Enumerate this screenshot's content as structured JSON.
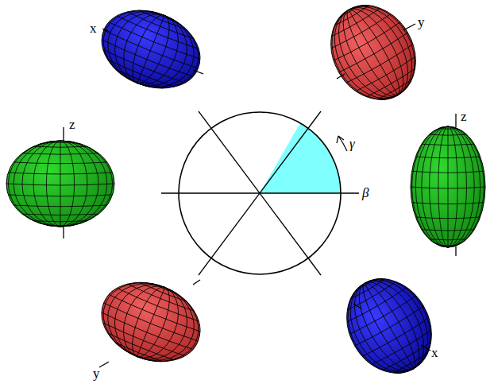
{
  "diagram": {
    "labels": [
      "x",
      "y",
      "z",
      "γ",
      "z",
      "β",
      "y",
      "x"
    ]
  }
}
